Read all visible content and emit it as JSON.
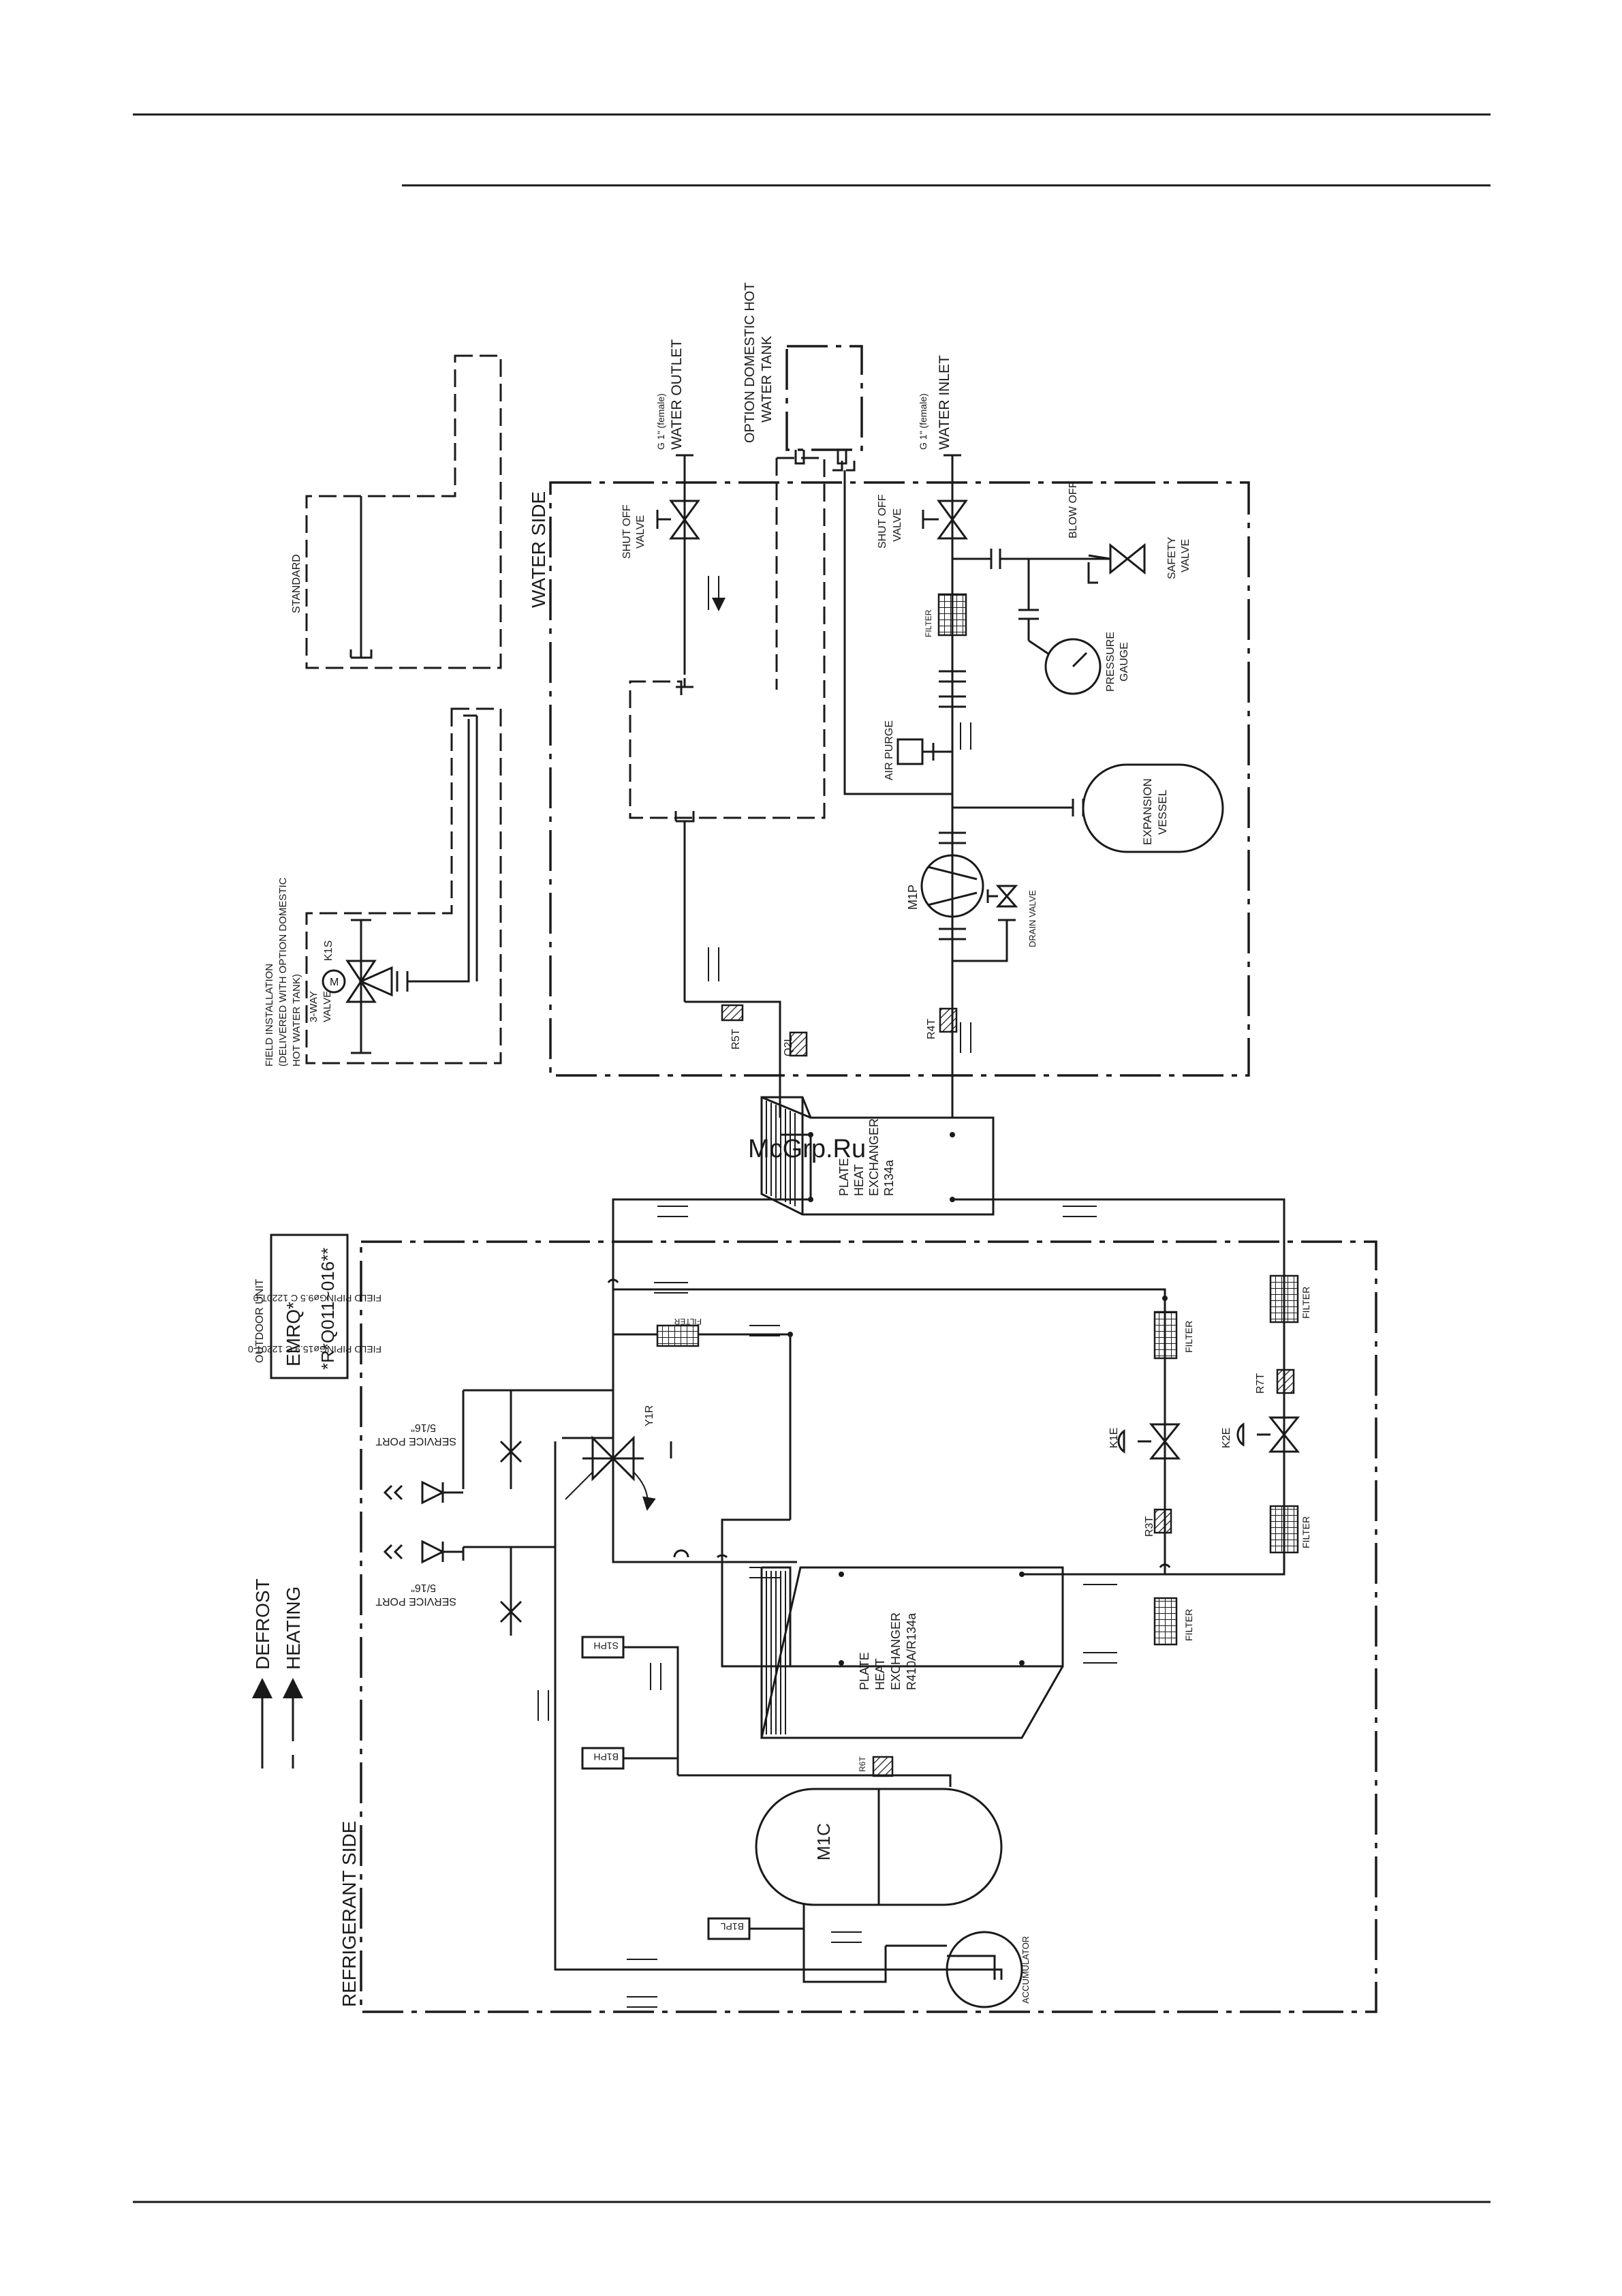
{
  "watermark": "McGrp.Ru",
  "labels": {
    "water_side": "WATER SIDE",
    "refrigerant_side": "REFRIGERANT SIDE",
    "standard": "STANDARD",
    "field_installation": [
      "FIELD INSTALLATION",
      "(DELIVERED WITH OPTION DOMESTIC",
      "HOT WATER TANK)"
    ],
    "three_way_valve": [
      "3-WAY",
      "VALVE"
    ],
    "k1s": "K1S",
    "m": "M",
    "option_tank": [
      "OPTION DOMESTIC HOT",
      "WATER TANK"
    ],
    "water_outlet": "WATER OUTLET",
    "water_inlet": "WATER INLET",
    "g1_female": "G 1\" (female)",
    "shut_off_valve": [
      "SHUT OFF",
      "VALVE"
    ],
    "blow_off": "BLOW OFF",
    "safety_valve": [
      "SAFETY",
      "VALVE"
    ],
    "filter": "FILTER",
    "pressure_gauge": [
      "PRESSURE",
      "GAUGE"
    ],
    "air_purge": "AIR PURGE",
    "expansion_vessel": [
      "EXPANSION",
      "VESSEL"
    ],
    "m1p": "M1P",
    "drain_valve": "DRAIN VALVE",
    "r5t": "R5T",
    "q2l": "Q2L",
    "r4t": "R4T",
    "phe_water": [
      "PLATE",
      "HEAT",
      "EXCHANGER",
      "R134a"
    ],
    "outdoor_unit": "OUTDOOR UNIT",
    "model_1": "EMRQ*",
    "model_2": "*R*Q011~016**",
    "field_piping_1": "FIELD PIPINGø9.5 C 1220T-0",
    "field_piping_2": "FIELD PIPINGø15.9 C 1220T-0",
    "service_port": "SERVICE PORT",
    "service_port_size": "5/16\"",
    "y1r": "Y1R",
    "k1e": "K1E",
    "k2e": "K2E",
    "r7t": "R7T",
    "r3t": "R3T",
    "phe_ref": [
      "PLATE",
      "HEAT",
      "EXCHANGER",
      "R410A/R134a"
    ],
    "s1ph": "S1PH",
    "b1ph": "B1PH",
    "r6t": "R6T",
    "m1c": "M1C",
    "b1pl": "B1PL",
    "accumulator": "ACCUMULATOR",
    "defrost": "DEFROST",
    "heating": "HEATING"
  }
}
